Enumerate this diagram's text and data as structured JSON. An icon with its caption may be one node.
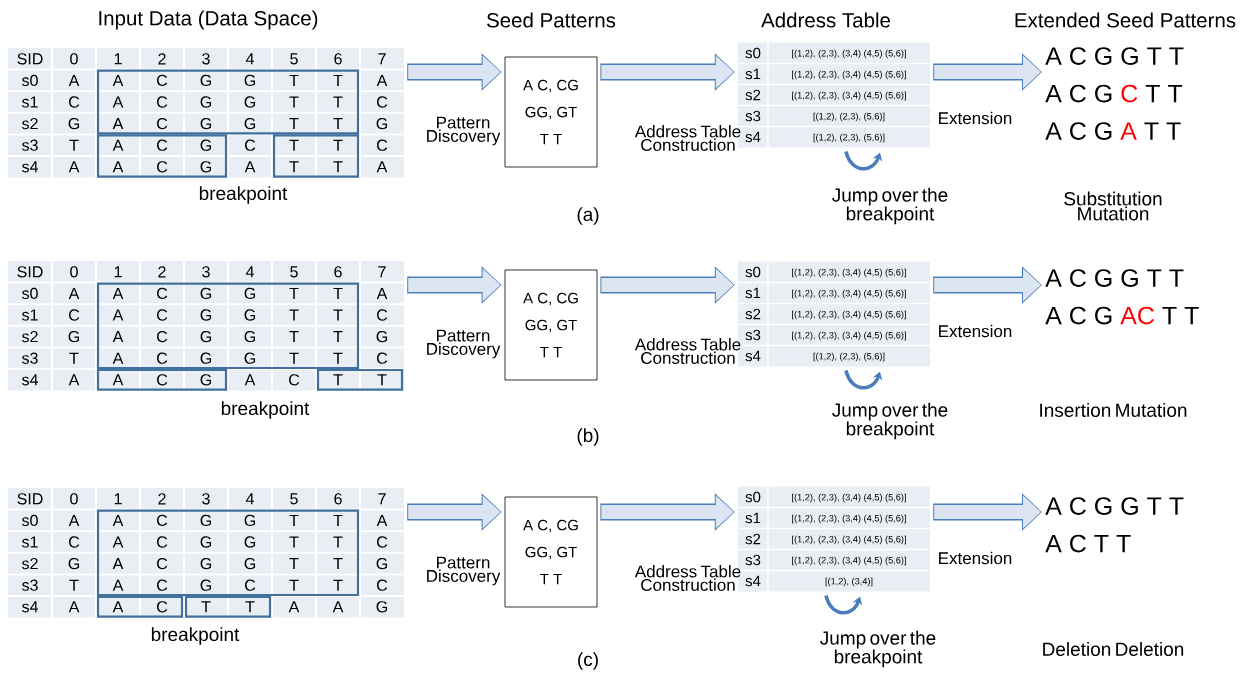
{
  "diagram": {
    "nodes": [
      {
        "text": [],
        "shape": "box"
      },
      {
        "text": [
          "A C, CG",
          "GG, GT",
          "T T"
        ]
      },
      {
        "text": [],
        "shape": "box"
      },
      {
        "text": [
          "A C G G T T",
          "A C G",
          "C",
          "T T",
          "A C G",
          "A",
          "T T"
        ]
      },
      {
        "text": [],
        "shape": "box"
      },
      {
        "text": [
          "A C, CG",
          "GG, GT",
          "T T"
        ]
      },
      {
        "text": [],
        "shape": "box"
      },
      {
        "text": [
          "A C G G T T",
          "A C G",
          "AC",
          "T T"
        ]
      },
      {
        "text": [],
        "shape": "box"
      },
      {
        "text": [
          "A C, CG",
          "GG, GT",
          "T T"
        ]
      },
      {
        "text": [],
        "shape": "box"
      },
      {
        "text": [
          "A C G G T T",
          "A C T T"
        ]
      }
    ],
    "edges": [
      {
        "from": 0,
        "to": 1,
        "arrow": "to",
        "label": "Pattern Discovery"
      },
      {
        "from": 1,
        "to": 2,
        "arrow": "to",
        "label": "Address Table Construction"
      },
      {
        "from": 2,
        "to": 3,
        "arrow": "to",
        "label": "Extension"
      },
      {
        "from": 4,
        "to": 5,
        "arrow": "to",
        "label": "Pattern Discovery"
      },
      {
        "from": 5,
        "to": 6,
        "arrow": "to",
        "label": "Address Table Construction"
      },
      {
        "from": 6,
        "to": 7,
        "arrow": "to",
        "label": "Extension"
      },
      {
        "from": 8,
        "to": 9,
        "arrow": "to",
        "label": "Pattern Discovery"
      },
      {
        "from": 9,
        "to": 10,
        "arrow": "to",
        "label": "Address Table Construction"
      },
      {
        "from": 10,
        "to": 11,
        "arrow": "to",
        "label": "Extension"
      }
    ],
    "labels": [
      "Input Data (Data Space)",
      "Seed Patterns",
      "Address Table",
      "Extended Seed Patterns",
      "SID",
      "0",
      "1",
      "2",
      "3",
      "4",
      "5",
      "6",
      "7",
      "s0",
      "A",
      "A",
      "C",
      "G",
      "G",
      "T",
      "T",
      "A",
      "s1",
      "C",
      "A",
      "C",
      "G",
      "G",
      "T",
      "T",
      "C",
      "s2",
      "G",
      "A",
      "C",
      "G",
      "G",
      "T",
      "T",
      "G",
      "s3",
      "T",
      "A",
      "C",
      "G",
      "C",
      "T",
      "T",
      "C",
      "s4",
      "A",
      "A",
      "C",
      "G",
      "A",
      "T",
      "T",
      "A",
      "breakpoint",
      "s0",
      "[(1,2), (2,3), (3,4) (4,5) (5,6)]",
      "s1",
      "[(1,2), (2,3), (3,4) (4,5) (5,6)]",
      "s2",
      "[(1,2), (2,3), (3,4) (4,5) (5,6)]",
      "s3",
      "[(1,2), (2,3), (5,6)]",
      "s4",
      "[(1,2), (2,3), (5,6)]",
      "Jump over the breakpoint",
      "(a)",
      "Substitution Mutation",
      "SID",
      "0",
      "1",
      "2",
      "3",
      "4",
      "5",
      "6",
      "7",
      "s0",
      "A",
      "A",
      "C",
      "G",
      "G",
      "T",
      "T",
      "A",
      "s1",
      "C",
      "A",
      "C",
      "G",
      "G",
      "T",
      "T",
      "C",
      "s2",
      "G",
      "A",
      "C",
      "G",
      "G",
      "T",
      "T",
      "G",
      "s3",
      "T",
      "A",
      "C",
      "G",
      "G",
      "T",
      "T",
      "C",
      "s4",
      "A",
      "A",
      "C",
      "G",
      "A",
      "C",
      "T",
      "T",
      "breakpoint",
      "s0",
      "[(1,2), (2,3), (3,4) (4,5) (5,6)]",
      "s1",
      "[(1,2), (2,3), (3,4) (4,5) (5,6)]",
      "s2",
      "[(1,2), (2,3), (3,4) (4,5) (5,6)]",
      "s3",
      "[(1,2), (2,3), (3,4) (4,5) (5,6)]",
      "s4",
      "[(1,2), (2,3), (5,6)]",
      "Jump over the breakpoint",
      "(b)",
      "Insertion Mutation",
      "SID",
      "0",
      "1",
      "2",
      "3",
      "4",
      "5",
      "6",
      "7",
      "s0",
      "A",
      "A",
      "C",
      "G",
      "G",
      "T",
      "T",
      "A",
      "s1",
      "C",
      "A",
      "C",
      "G",
      "G",
      "T",
      "T",
      "C",
      "s2",
      "G",
      "A",
      "C",
      "G",
      "G",
      "T",
      "T",
      "G",
      "s3",
      "T",
      "A",
      "C",
      "G",
      "C",
      "T",
      "T",
      "C",
      "s4",
      "A",
      "A",
      "C",
      "T",
      "T",
      "A",
      "A",
      "G",
      "breakpoint",
      "s0",
      "[(1,2), (2,3), (3,4) (4,5) (5,6)]",
      "s1",
      "[(1,2), (2,3), (3,4) (4,5) (5,6)]",
      "s2",
      "[(1,2), (2,3), (3,4) (4,5) (5,6)]",
      "s3",
      "[(1,2), (2,3), (3,4) (4,5) (5,6)]",
      "s4",
      "[(1,2), (3,4)]",
      "Jump over the breakpoint",
      "(c)",
      "Deletion Deletion"
    ]
  }
}
